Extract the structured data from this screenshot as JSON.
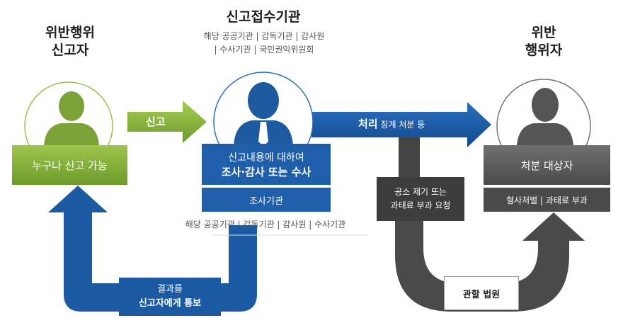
{
  "reporter": {
    "title_line1": "위반행위",
    "title_line2": "신고자",
    "bar_label": "누구나 신고 가능"
  },
  "agency": {
    "title": "신고접수기관",
    "list_line1": "해당 공공기관 | 감독기관 | 감사원",
    "list_line2": "| 수사기관 | 국민권익위원회",
    "bar_line1": "신고내용에 대하여",
    "bar_line2": "조사·감사 또는 수사",
    "sub_bar": "조사기관",
    "below_list": "해당 공공기관 | 감독기관 | 감사원 | 수사기관"
  },
  "violator": {
    "title_line1": "위반",
    "title_line2": "행위자",
    "bar_label": "처분 대상자",
    "sub_bar": "형사처벌 | 과태료 부과"
  },
  "arrows": {
    "report_label": "신고",
    "process_label_bold": "처리",
    "process_label_rest": "징계 처분 등",
    "prosecute_line1": "공소 제기 또는",
    "prosecute_line2": "과태료 부과 요청",
    "court_label": "관할 법원",
    "notify_line1": "결과를",
    "notify_line2": "신고자에게 통보"
  },
  "colors": {
    "green": "#8db93f",
    "blue": "#1f5ea8",
    "dark_gray": "#555555"
  }
}
